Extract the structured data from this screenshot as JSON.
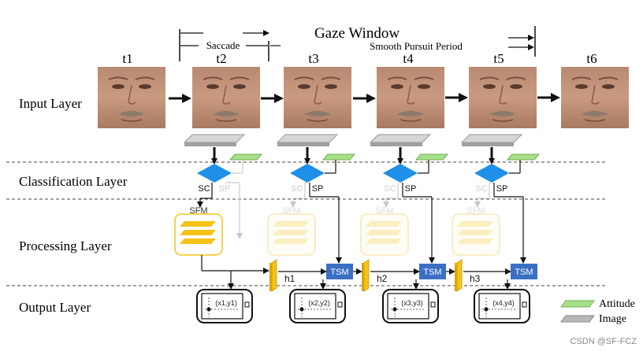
{
  "header": {
    "gaze_window": "Gaze Window",
    "saccade": "Saccade",
    "smooth_pursuit": "Smooth Pursuit Period"
  },
  "time_labels": [
    "t1",
    "t2",
    "t3",
    "t4",
    "t5",
    "t6"
  ],
  "layers": {
    "input": "Input Layer",
    "classification": "Classification Layer",
    "processing": "Processing Layer",
    "output": "Output Layer"
  },
  "classifier": {
    "sc": "SC",
    "sp": "SP"
  },
  "sfm": "SFM",
  "tsm": "TSM",
  "hidden": [
    "h1",
    "h2",
    "h3"
  ],
  "outputs": [
    "(x1,y1)",
    "(x2,y2)",
    "(x3,y3)",
    "(x4,y4)"
  ],
  "legend": {
    "attitude": "Attitude",
    "image": "Image"
  },
  "watermark": "CSDN @SF-FCZ",
  "colors": {
    "diamond": "#1e90e8",
    "tsm": "#3a6fc4",
    "sfm_active": "#f5c316",
    "sfm_faded": "#fbeec0",
    "attitude": "#a8e08a",
    "image": "#b0b0b0",
    "hidden": "#e9b512"
  }
}
